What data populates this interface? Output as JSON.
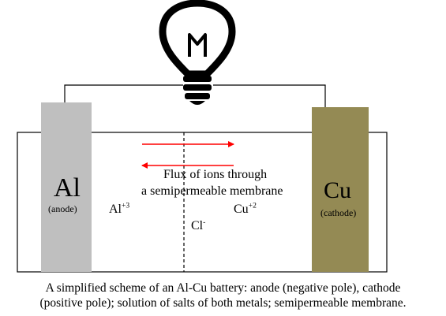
{
  "anode": {
    "symbol": "Al",
    "role": "(anode)",
    "color": "#bfbfbf"
  },
  "cathode": {
    "symbol": "Cu",
    "role": "(cathode)",
    "color": "#948a54"
  },
  "ions": {
    "al": {
      "base": "Al",
      "charge": "+3"
    },
    "cu": {
      "base": "Cu",
      "charge": "+2"
    },
    "cl": {
      "base": "Cl",
      "charge": "-"
    }
  },
  "membrane_label": {
    "line1": "Flux of ions through",
    "line2": "a semipermeable membrane"
  },
  "arrow_color": "#ff0000",
  "caption": {
    "line1": "A simplified scheme of an Al-Cu battery: anode (negative pole), cathode",
    "line2": "(positive pole); solution of salts of both metals; semipermeable membrane."
  },
  "bulb_icon": "light-bulb-icon"
}
